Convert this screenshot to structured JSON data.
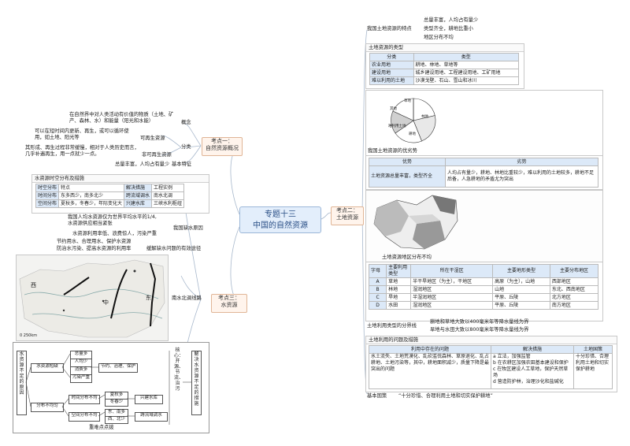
{
  "center": {
    "title_line1": "专题十三",
    "title_line2": "中国的自然资源"
  },
  "k1": {
    "label": "考点一：",
    "name": "自然资源概况",
    "concept_text": "在自然界中对人类活动有价值的物质（土地、矿产、森林、水）和能量（阳光和水能）",
    "concept": "概念",
    "renewable_desc": "可以在短时间内更新、再生，或可以循环使用，如土地、阳光等",
    "renewable": "可再生资源",
    "nonrenewable_desc": "其形成、再生过程非常缓慢，相对于人类历史而言，几乎补遍再生，用一点就少一点。",
    "nonrenewable": "非可再生资源",
    "classify": "分类",
    "situation_desc": "总量丰富，人均占有量少",
    "situation": "基本特征"
  },
  "k3": {
    "label": "考点三：",
    "name": "水资源",
    "table_title": "水资源时空分布及措施",
    "headers": [
      "时空分布",
      "特点",
      "解决措施",
      "工程实例"
    ],
    "rows": [
      [
        "时间分布",
        "东多西少，南多北少",
        "跨流域调水",
        "南水北调"
      ],
      [
        "空间分布",
        "夏秋多，冬春少，年际变化大",
        "兴建水库",
        "三峡水利枢纽"
      ]
    ],
    "lack_reason_1": "我国人均水资源仅为世界平均水平的1/4,",
    "lack_reason_2": "水资源供应相当紧张",
    "lack_reason": "我国缺水原因",
    "waste": "水资源利用率低、浪费惊人，污染严重",
    "measure_1": "节约用水、合理用水、保护水资源",
    "measure_2": "防治水污染、提高水资源的利用率",
    "measure": "缓解缺水问题的有效途径",
    "map_label_w": "西",
    "map_label_c": "中",
    "map_label_e": "东",
    "map_scale": "0    250km",
    "diversion": "南水北调线路",
    "flow": {
      "left_title": "水资源不足的原因",
      "reason_a": "水资源短缺",
      "reason_b": "分布不均匀",
      "a1": "总量多",
      "a2": "人均少",
      "a3": "消费多",
      "a4": "污染严重",
      "a_fix": "节约、治理、保护",
      "b1": "时间分布不均",
      "b2": "空间分布不均",
      "b1a": "夏秋多",
      "b1b": "冬春少",
      "b2a": "东、南多",
      "b2b": "西、北少",
      "b1_fix": "兴建水库",
      "b2_fix": "跨流域调水",
      "core": "核心：开源、节流、治污",
      "right_title": "解决水资源不足的措施",
      "footer": "重难点点拨"
    }
  },
  "k2": {
    "label": "考点二：",
    "name": "土地资源",
    "feature_1": "总量丰富，人均占有量少",
    "feature_2": "类型齐全，耕地比重小",
    "feature_3": "地区分布不均",
    "feature": "我国土地资源的特点",
    "types_title": "土地资源的类型",
    "types_headers": [
      "分类",
      "类型"
    ],
    "types_rows": [
      [
        "农业用地",
        "耕地、林地、草地等"
      ],
      [
        "建设用地",
        "城乡建设用地、工程建设用地、工矿用地"
      ],
      [
        "难以利用的土地",
        "沙漠戈壁、石山、雪山和冰川"
      ]
    ],
    "pie_caption": "我国土地资源的优劣势",
    "pie_labels": [
      "草地",
      "林地",
      "耕地",
      "难利用土地",
      "其他"
    ],
    "pie_values": [
      28,
      23.9,
      13.5,
      22.6,
      12
    ],
    "ad_headers": [
      "优势",
      "劣势"
    ],
    "ad_row": [
      "土地资源总量丰富，类型齐全",
      "人均占有量少，耕地、林地比重较少，难以利用的土地较多，耕地不足后备，人急耕地的矛盾尤为突出"
    ],
    "map_caption": "土地资源地区分布不均",
    "dist_headers": [
      "字母",
      "主要利用类型",
      "所在干湿区",
      "主要地形类型",
      "主要分布地区"
    ],
    "dist_rows": [
      [
        "A",
        "草地",
        "半干旱地区（为主），干地区",
        "高原（为主），山地",
        "西部地区"
      ],
      [
        "B",
        "林地",
        "湿润地区",
        "山地",
        "东北、西南地区"
      ],
      [
        "C",
        "旱地",
        "半湿润地区",
        "平原、丘陵",
        "北方地区"
      ],
      [
        "D",
        "水田",
        "湿润地区",
        "平原、丘陵",
        "南方地区"
      ]
    ],
    "boundary_1": "耕地和草地大致以400毫米年等降水量线为界",
    "boundary_2": "旱地与水田大致以800毫米年等降水量线为界",
    "boundary": "土地利用类型的分界线",
    "prob_title": "土地利用的问题及措施",
    "prob_headers": [
      "利用中存在的问题",
      "解决措施",
      "土地国策"
    ],
    "prob_issue": "水土流失、土地荒漠化、乱砍滥伐森林、草原退化、乱占耕地、土地污染等，其中，耕地面积减少，质量下降是最突出的问题",
    "prob_measures": [
      "a 立法，加强监管",
      "b 在农耕区加强农田基本建设和保护",
      "c 在牧区建设人工草地，保护天然草场",
      "d 营造防护林，治理沙化和盐碱化"
    ],
    "prob_policy": "十分珍惜、合理利用土地和切实保护耕地",
    "policy_label": "基本国策",
    "policy_text": "“十分珍惜、合理利用土地和切实保护耕地”"
  }
}
